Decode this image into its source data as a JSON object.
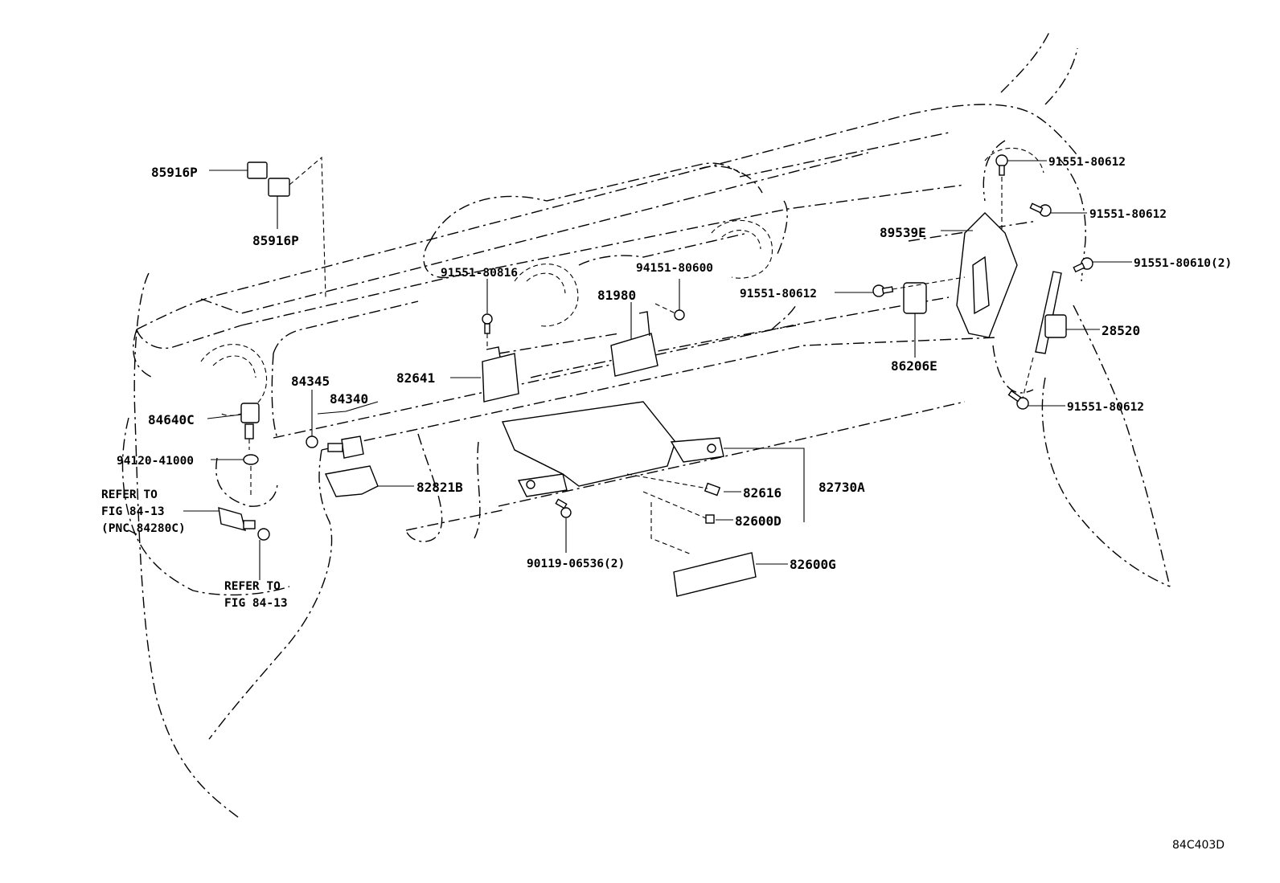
{
  "diagram_code": "84C403D",
  "labels": {
    "p85916P_a": "85916P",
    "p85916P_b": "85916P",
    "p91551_80816": "91551-80816",
    "p94151_80600": "94151-80600",
    "p81980": "81980",
    "p82641": "82641",
    "p84345": "84345",
    "p84340": "84340",
    "p84640C": "84640C",
    "p94120_41000": "94120-41000",
    "p82821B": "82821B",
    "p82616": "82616",
    "p82730A": "82730A",
    "p82600D": "82600D",
    "p82600G": "82600G",
    "p90119_06536": "90119-06536(2)",
    "p91551_80612_a": "91551-80612",
    "p91551_80612_b": "91551-80612",
    "p91551_80612_c": "91551-80612",
    "p91551_80612_d": "91551-80612",
    "p91551_80610": "91551-80610(2)",
    "p89539E": "89539E",
    "p86206E": "86206E",
    "p28520": "28520"
  },
  "references": {
    "ref1_line1": "REFER TO",
    "ref1_line2": "FIG 84-13",
    "ref1_line3": "(PNC 84280C)",
    "ref2_line1": "REFER TO",
    "ref2_line2": "FIG 84-13"
  }
}
